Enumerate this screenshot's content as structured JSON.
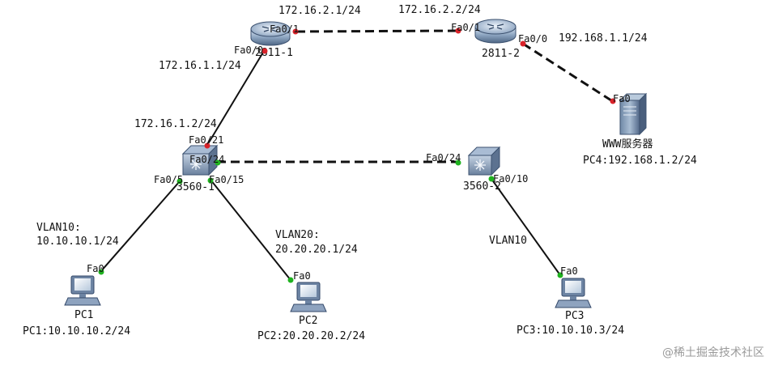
{
  "devices": {
    "r1": {
      "name": "2811-1"
    },
    "r2": {
      "name": "2811-2"
    },
    "sw1": {
      "name": "3560-1"
    },
    "sw2": {
      "name": "3560-2"
    },
    "server": {
      "name": "WWW服务器",
      "info": "PC4:192.168.1.2/24"
    },
    "pc1": {
      "name": "PC1",
      "info": "PC1:10.10.10.2/24"
    },
    "pc2": {
      "name": "PC2",
      "info": "PC2:20.20.20.2/24"
    },
    "pc3": {
      "name": "PC3",
      "info": "PC3:10.10.10.3/24"
    }
  },
  "ports": {
    "r1_fa01": "Fa0/1",
    "r1_fa00": "Fa0/0",
    "r2_fa01": "Fa0/1",
    "r2_fa00": "Fa0/0",
    "sw1_fa021": "Fa0/21",
    "sw1_fa024": "Fa0/24",
    "sw1_fa05": "Fa0/5",
    "sw1_fa015": "Fa0/15",
    "sw2_fa024": "Fa0/24",
    "sw2_fa010": "Fa0/10",
    "server_fa0": "Fa0",
    "pc1_fa0": "Fa0",
    "pc2_fa0": "Fa0",
    "pc3_fa0": "Fa0"
  },
  "ips": {
    "r1_fa01": "172.16.2.1/24",
    "r2_fa01": "172.16.2.2/24",
    "r2_fa00": "192.168.1.1/24",
    "r1_fa00": "172.16.1.1/24",
    "sw1_fa021": "172.16.1.2/24"
  },
  "vlans": {
    "vlan10_title": "VLAN10:",
    "vlan10_ip": "10.10.10.1/24",
    "vlan20_title": "VLAN20:",
    "vlan20_ip": "20.20.20.1/24",
    "vlan10_pc3": "VLAN10"
  },
  "watermark": "@稀土掘金技术社区",
  "colors": {
    "port_up": "#1fb21f",
    "port_down": "#d9232a",
    "link": "#111111"
  }
}
